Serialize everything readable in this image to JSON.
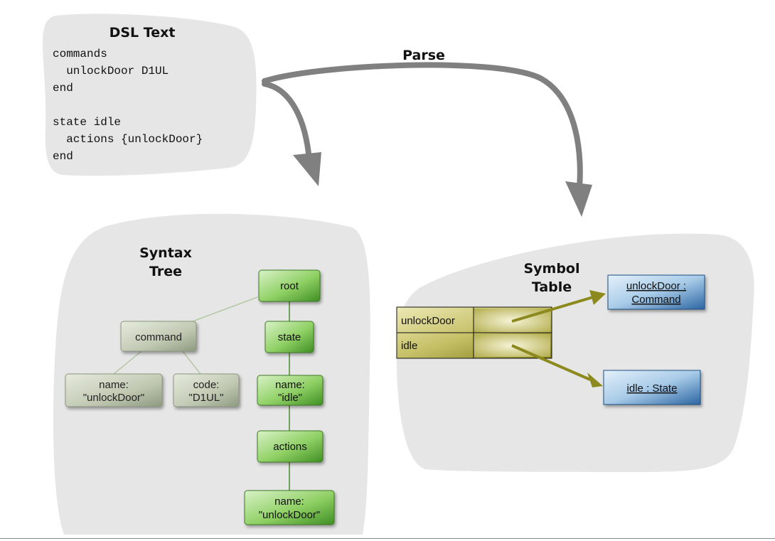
{
  "dsl_text": {
    "title": "DSL Text",
    "lines": [
      "commands",
      "  unlockDoor D1UL",
      "end",
      "",
      "state idle",
      "  actions {unlockDoor}",
      "end"
    ]
  },
  "parse_label": "Parse",
  "syntax_tree": {
    "title_line1": "Syntax",
    "title_line2": "Tree",
    "nodes": {
      "root": "root",
      "state": "state",
      "state_name_1": "name:",
      "state_name_2": "\"idle\"",
      "actions": "actions",
      "action_name_1": "name:",
      "action_name_2": "\"unlockDoor\"",
      "command": "command",
      "cmd_name_1": "name:",
      "cmd_name_2": "\"unlockDoor\"",
      "cmd_code_1": "code:",
      "cmd_code_2": "\"D1UL\""
    }
  },
  "symbol_table": {
    "title_line1": "Symbol",
    "title_line2": "Table",
    "rows": [
      "unlockDoor",
      "idle"
    ],
    "objects": {
      "command_line1": "unlockDoor :",
      "command_line2": "Command",
      "state": "idle : State"
    }
  },
  "colors": {
    "blob": "#e6e6e6",
    "arrow": "#808080",
    "green_node": "#6fbf4a",
    "gray_node": "#b6c0a6",
    "olive": "#8c8a1e",
    "blue_obj": "#3d7cb8"
  }
}
